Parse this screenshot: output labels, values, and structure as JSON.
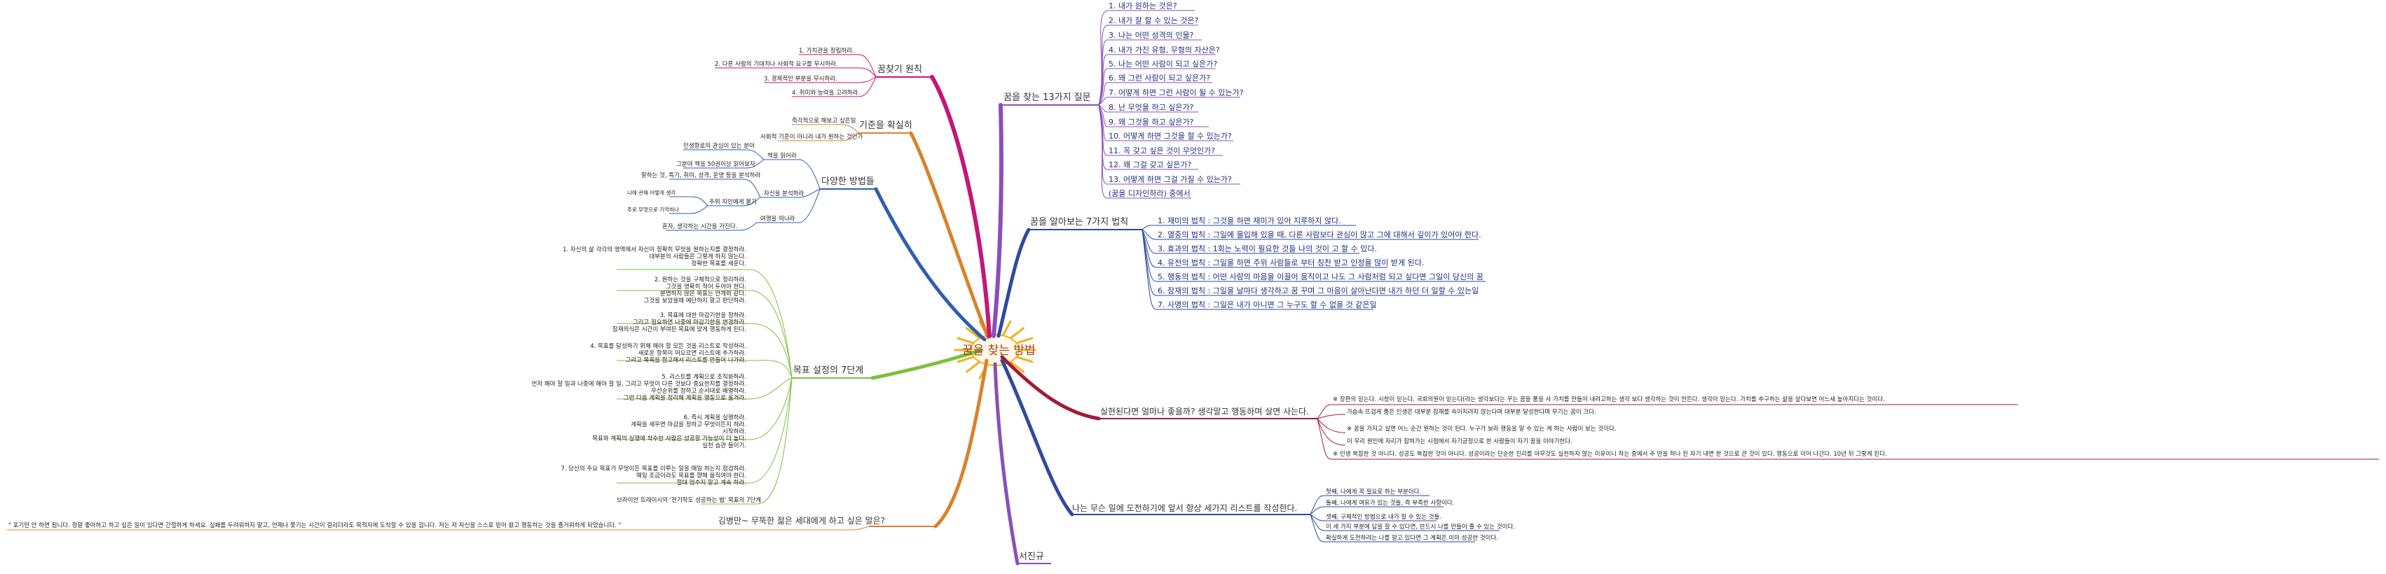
{
  "center": {
    "label": "꿈을 찾는 방법"
  },
  "branches": {
    "questions": {
      "title": "꿈을 찾는 13가지 질문",
      "color": "#8a4fb8",
      "items": [
        "1. 내가 원하는 것은?",
        "2. 내가 잘 할 수 있는 것은?",
        "3. 나는 어떤 성격의 인물?",
        "4. 내가 가진 유형, 무형의 자산은?",
        "5. 나는 어떤 사람이 되고 싶은가?",
        "6. 왜 그런 사람이 되고 싶은가?",
        "7. 어떻게 하면 그런 사람이 될 수 있는가?",
        "8. 난 무엇을 하고 싶은가?",
        "9. 왜 그것을 하고 싶은가?",
        "10. 어떻게 하면 그것을 할 수 있는가?",
        "11. 꼭 갖고 싶은 것이 무엇인가?",
        "12. 왜 그걸 갖고 싶은가?",
        "13. 어떻게 하면 그걸 가질 수 있는가?",
        "(꿈을 디자인하라) 중에서"
      ]
    },
    "rules": {
      "title": "꿈을 알아보는 7가지 법칙",
      "color": "#2e4a9e",
      "items": [
        "1. 재미의 법칙 : 그것을 하면 재미가 있어 지루하지 않다.",
        "2. 열중의 법칙 : 그일에 몰입해 있을 때, 다른 사람보다 관심이 많고 그에 대해서 깊이가 있어야 한다.",
        "3. 효과의 법칙 : 1회는 노력이 필요한 것들 나의 것이 고 할 수 있다.",
        "4. 유전의 법칙 : 그일을 하면 주위 사람들로 부터 칭찬 받고 인정을 많이 받게 된다.",
        "5. 행동의 법칙 : 어떤 사람의 마음을 이끌어 움직이고 나도 그 사람처럼 되고 싶다면 그일이 당신의 꿈",
        "6. 잠재의 법칙 : 그일을 날마다 생각하고 꿈 꾸며 그 마음이 살아난다면 내가 하던 더 일할 수 있는일",
        "7. 사명의 법칙 : 그일은 내가 아니면 그 누구도 할 수 없을 것 같은일"
      ]
    },
    "success": {
      "title": "실현된다면 얼마나 좋을까? 생각말고 행동하며 살면 사는다.",
      "color": "#a21c3a",
      "items": [
        "※ 장편의 믿는다. 시청이 믿는다. 국회의원이 믿는다(라는 생각보다는 꾸는 꿈을 품을 사 가치를 만들어 내려고하는 생각 보다 생각하는 것이 만든다. 생각이 믿는다. 가치를 추구하는 삶을 살다보면 어느새 높아지다는 것이다.",
        "가슴속 뜨겁게 품은 인생은 대부분 잠재를 속이지려지 않는다며 대부분 달성한다며 무기는 꿈이 크다.",
        "※ 꿈을 가지고 살면 어느 순간 원하는 것이 된다. 누구가 보라 행동을 알 수 있는 게 하는 사람이 보는 것이다.",
        "이 우리 원인에 자리가 잡혀가는 시점에서 자기긍정으로 한 사람들이 자기 꿈을 이야기한다.",
        "※ 인생 복잡한 것 아니다. 성공도 복잡한 것이 아니다. 성공이라는 단순한 진리를 아무것도 실천하지 않는 이유이니 하는 중에서 주 반을 하나 된 자기 내면 한 것으로 큰 것이 있다. 행동으로 이어 나간다. 10년 뒤 그렇게 된다."
      ]
    },
    "list": {
      "title": "나는 무슨 일에 도전하기에 앞서 항상 세가지 리스트를 작성한다.",
      "color": "#2e4a9e",
      "items": [
        "첫째, 나에게 꼭 필요로 하는 부분이다.",
        "둘째, 나에게 여유가 있는 것들, 즉 부족한 사항이다.",
        "셋째, 구체적인 방법으로 내가 할 수 있는 것들.",
        "이 세 가지 부분에 답을 할 수 있다면, 반드시 나를 만들어 줄 수 있는 것이다.",
        "확실하게 도전하려는 나를 알고 있다면 그 계획은 이미 성공한 것이다."
      ]
    },
    "summary": {
      "title": "서진규",
      "color": "#8a4fb8"
    },
    "steps": {
      "title": "목표 설정의 7단계",
      "color": "#7fbf3f",
      "items": [
        "1. 자신의 삶 각각의 영역에서 자신이 정확히 무엇을 원하는지를 결정하라.",
        "대부분의 사람들은 그렇게 하지 않는다.",
        "정확한 목표를 세운다.",
        "2. 원하는 것을 구체적으로 정리하라.",
        "그것을 명확히 적어 두어야 한다.",
        "분명하지 않은 목표는 안개와 같다.",
        "그것을 보았을때 예단하지 말고 판단하라.",
        "3. 목표에 대한 마감기한을 정하라.",
        "그리고 필요하면 나중에 마감기한을 변경하라.",
        "잠재의식은 시간이 부여된 목표에 맞게 행동하게 된다.",
        "4. 목표를 달성하기 위해 해야 할 모든 것을 리스트로 작성하라.",
        "새로운 항목이 떠오르면 리스트에 추가하라.",
        "그리고 목록을 참고해서 리스트를 만들어 나가라.",
        "5. 리스트를 계획으로 조직화하라.",
        "먼저 해야 할 일과 나중에 해야 할 일, 그리고 무엇이 다른 것보다 중요한지를 결정하라.",
        "우선순위를 정하고 순서대로 배열하라.",
        "그런 다음 계획을 정리해 계획을 행동으로 옮겨라.",
        "6. 즉시 계획을 실행하라.",
        "계획을 세우면 마감을 정하고 무엇이든지 하라.",
        "시작하라.",
        "목표와 계획의 실행에 착수한 사람은 성공할 가능성이 더 높다.",
        "실천 습관 들이기.",
        "7. 당신의 주요 목표가 무엇이든 목표를 이루는 일을 매일 하는지 점검하라.",
        "매일 조금이라도 목표를 향해 움직여야 한다.",
        "절대 멈추지 말고 계속 하라.",
        "브라이언 트레이시의 '전기작도 성공하는 법' 목표의 7단계"
      ]
    },
    "methods": {
      "title": "다양한 방법들",
      "color": "#2e5fae",
      "items": [
        {
          "label": "책을 읽어라",
          "subs": [
            "인생항로의 관심이 있는 분야",
            "그분야 책을 50권이상 읽어보자"
          ]
        },
        {
          "label": "자신을 분석하라",
          "subs": [
            "잘하는 것, 특기, 취미, 성격, 운명 등을 분석하라",
            "주위 지인에게 묻기",
            "나에 관해 어떻게 생각",
            "주로 무엇으로 기억하나"
          ]
        },
        {
          "label": "여행을 떠나라",
          "subs": [
            "혼자, 생각하는 시간을 가진다."
          ]
        }
      ]
    },
    "criteria": {
      "title": "기준을 확실히",
      "color": "#d9822b",
      "items": [
        "즉각적으로 해보고 싶은일",
        "사회적 기준이 아니라 내가 원하는 것인가"
      ]
    },
    "principles": {
      "title": "꿈찾기 원칙",
      "color": "#c2187a",
      "items": [
        "1. 가치관을 정립하라.",
        "2. 다른 사람의 기대치나 사회적 요구를 무시하라.",
        "3. 경제적인 부분을 무시하라.",
        "4. 취미와 능력을 고려하라."
      ]
    },
    "quote": {
      "title": "김병만~ 무뚝한 젊은 세대에게 하고 싶은 말은?",
      "color": "#d9822b",
      "text": "\" 포기만 안 하면 됩니다. 정말 좋아하고 하고 싶은 일이 있다면 간절하게 하세요. 실패를 두려워하지 말고, 언제나 쫓기는 시간이 걸리더라도 목적지에 도착할 수 있을 겁니다. 저는 저 자신을 스스로 믿어 왔고 행동하는 것을 즐거워하게 되었습니다. \""
    }
  }
}
